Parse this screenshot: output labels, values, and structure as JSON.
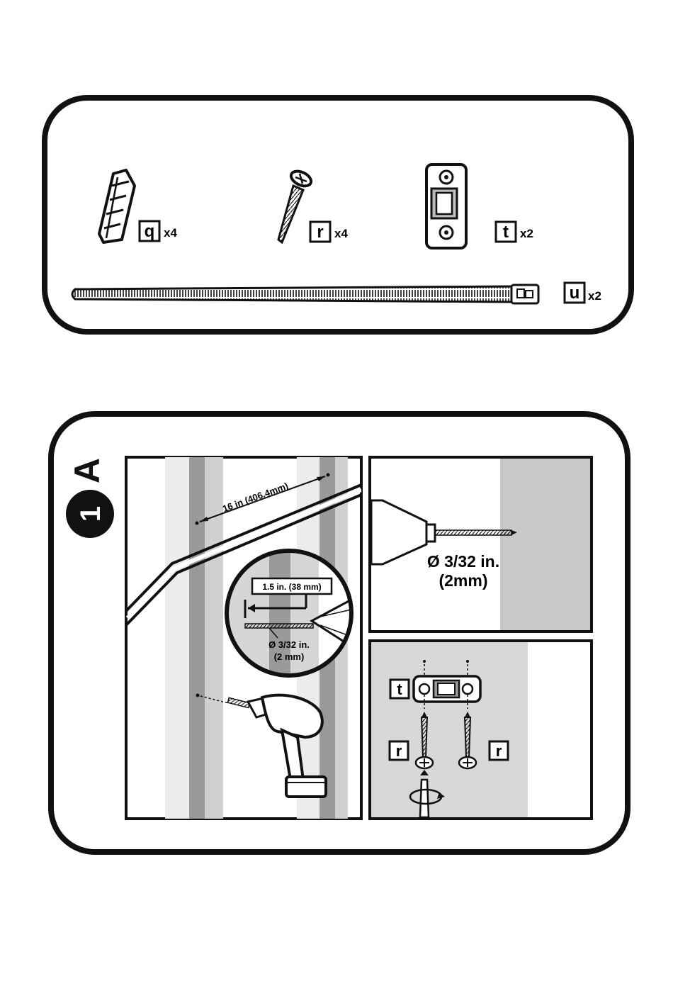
{
  "parts": {
    "anchor": {
      "letter": "q",
      "qty": "x4"
    },
    "screw": {
      "letter": "r",
      "qty": "x4"
    },
    "bracket": {
      "letter": "t",
      "qty": "x2"
    },
    "strap": {
      "letter": "u",
      "qty": "x2"
    }
  },
  "step": {
    "number": "1",
    "letter": "A",
    "stud_spacing": "16 in (406.4mm)",
    "drill_depth": "1.5 in. (38 mm)",
    "inset_bit_size": "Ø 3/32 in.",
    "inset_bit_size_mm": "(2 mm)",
    "bit_size": "Ø 3/32 in.",
    "bit_size_mm": "(2mm)",
    "bracket_letter": "t",
    "screw_letter_left": "r",
    "screw_letter_right": "r"
  }
}
